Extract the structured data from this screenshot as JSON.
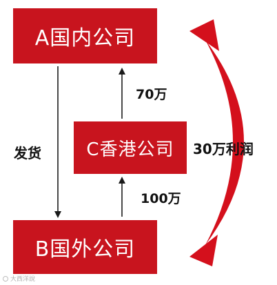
{
  "diagram": {
    "nodes": {
      "a": "A国内公司",
      "c": "C香港公司",
      "b": "B国外公司"
    },
    "edges": {
      "c_to_a": "70万",
      "b_to_c": "100万",
      "a_to_b": "发货",
      "b_to_a": "30万利润"
    },
    "colors": {
      "box": "#c8141e",
      "curve": "#d4101c",
      "arrow": "#1a1a1a"
    }
  },
  "watermark": "大西洋說"
}
